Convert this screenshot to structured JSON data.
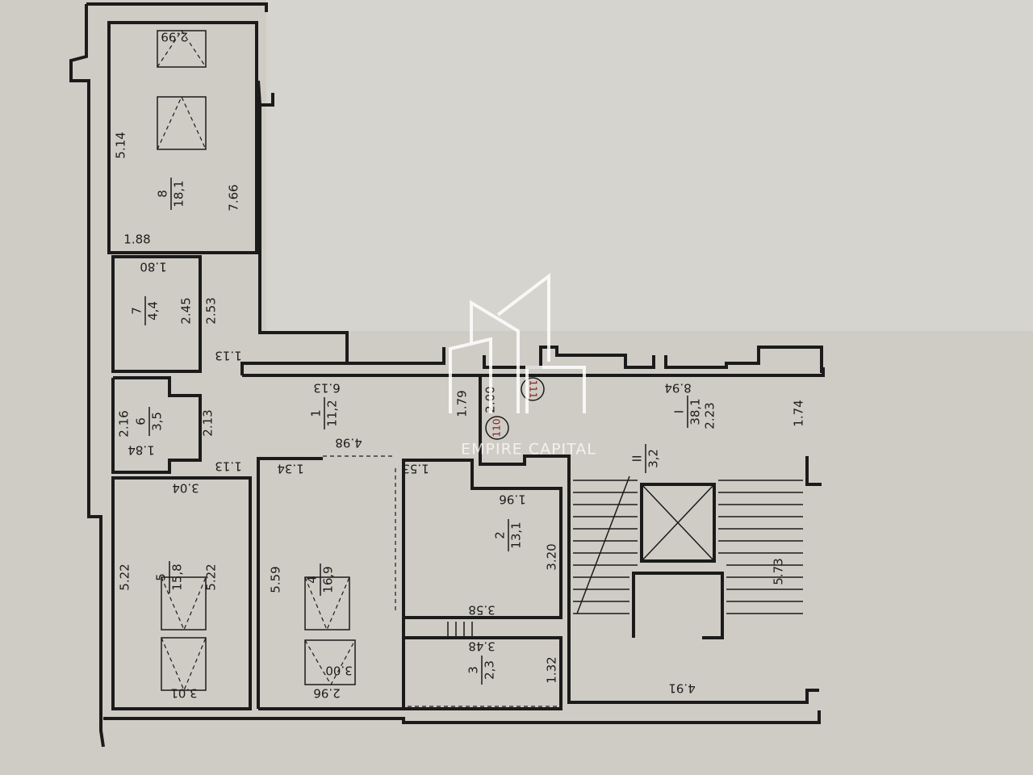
{
  "rooms": [
    {
      "number": "8",
      "area": "18,1"
    },
    {
      "number": "7",
      "area": "4,4"
    },
    {
      "number": "6",
      "area": "3,5"
    },
    {
      "number": "1",
      "area": "11,2"
    },
    {
      "number": "5",
      "area": "15,8"
    },
    {
      "number": "4",
      "area": "16,9"
    },
    {
      "number": "2",
      "area": "13,1"
    },
    {
      "number": "3",
      "area": "2,3"
    },
    {
      "number": "I",
      "area": "38,1"
    },
    {
      "number": "II",
      "area": "3,2"
    }
  ],
  "dimensions": [
    "2.99",
    "5.14",
    "7.66",
    "1.88",
    "1.80",
    "2.45",
    "2.53",
    "1.13",
    "2.16",
    "1.84",
    "2.13",
    "1.13",
    "6.13",
    "4.98",
    "1.79",
    "2.00",
    "8.94",
    "2.23",
    "1.74",
    "1.34",
    "1.53",
    "3.04",
    "1.96",
    "3.20",
    "5.22",
    "5.22",
    "5.59",
    "5.73",
    "3.58",
    "3.48",
    "1.32",
    "3.00",
    "4.91",
    "2.96",
    "3.01"
  ],
  "markers": [
    "110",
    "111"
  ],
  "watermark": "EMPIRE CAPITAL"
}
